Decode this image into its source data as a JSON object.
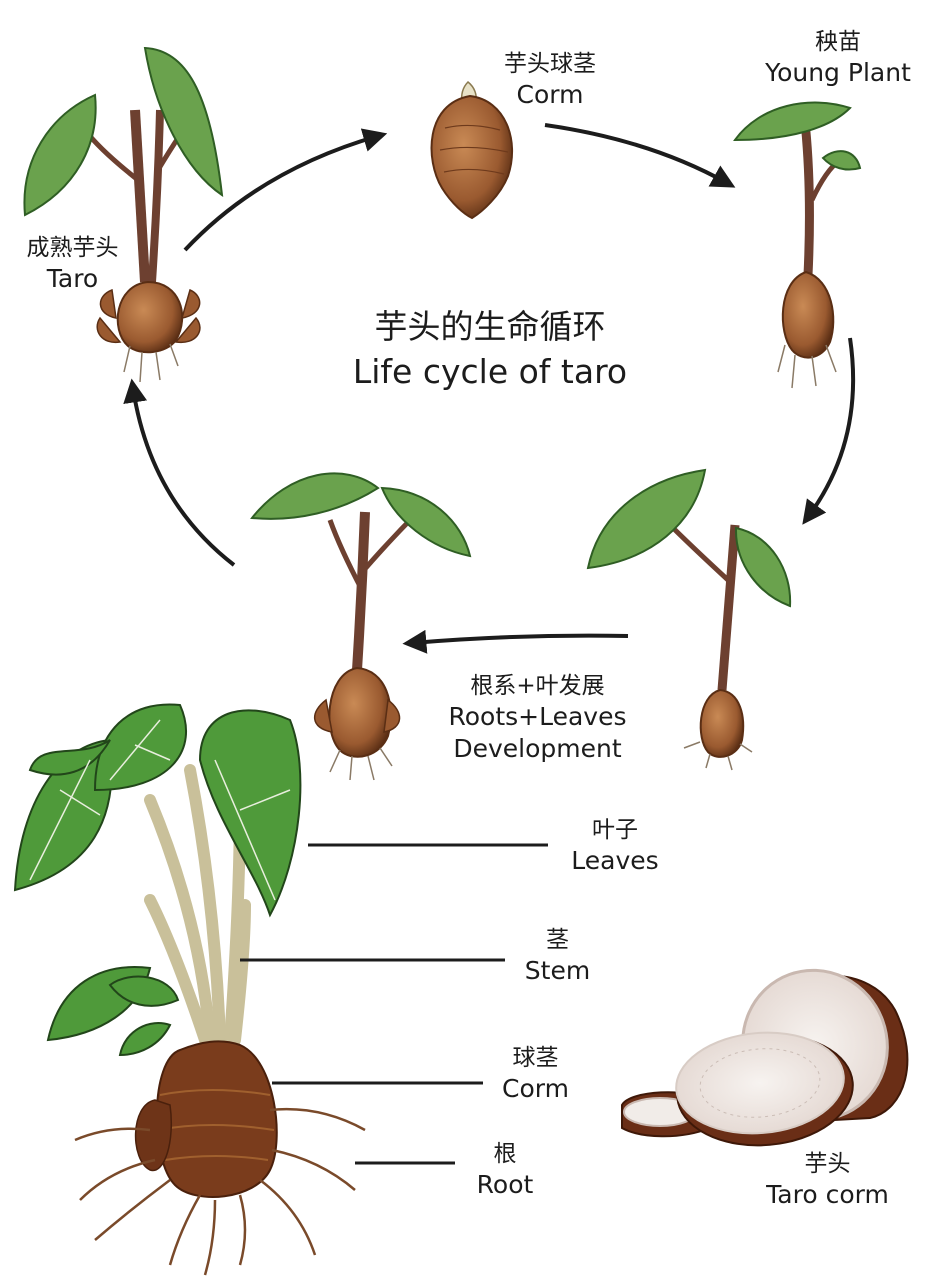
{
  "title": {
    "zh": "芋头的生命循环",
    "en": "Life cycle of taro"
  },
  "stages": {
    "corm": {
      "zh": "芋头球茎",
      "en": "Corm"
    },
    "young": {
      "zh": "秧苗",
      "en": "Young Plant"
    },
    "development": {
      "zh": "根系+叶发展",
      "en1": "Roots+Leaves",
      "en2": "Development"
    },
    "mature": {
      "zh": "成熟芋头",
      "en": "Taro"
    }
  },
  "parts": {
    "leaves": {
      "zh": "叶子",
      "en": "Leaves"
    },
    "stem": {
      "zh": "茎",
      "en": "Stem"
    },
    "corm": {
      "zh": "球茎",
      "en": "Corm"
    },
    "root": {
      "zh": "根",
      "en": "Root"
    }
  },
  "slice": {
    "zh": "芋头",
    "en": "Taro corm"
  },
  "colors": {
    "leaf": "#5f9a45",
    "leaf_dark": "#2f5e24",
    "leaf_light": "#8cc06a",
    "corm": "#9a5a30",
    "corm_dark": "#5a2e14",
    "corm_light": "#c98a55",
    "stem": "#7a4a34",
    "flesh": "#f1ece8",
    "arrow": "#1c1c1c"
  }
}
